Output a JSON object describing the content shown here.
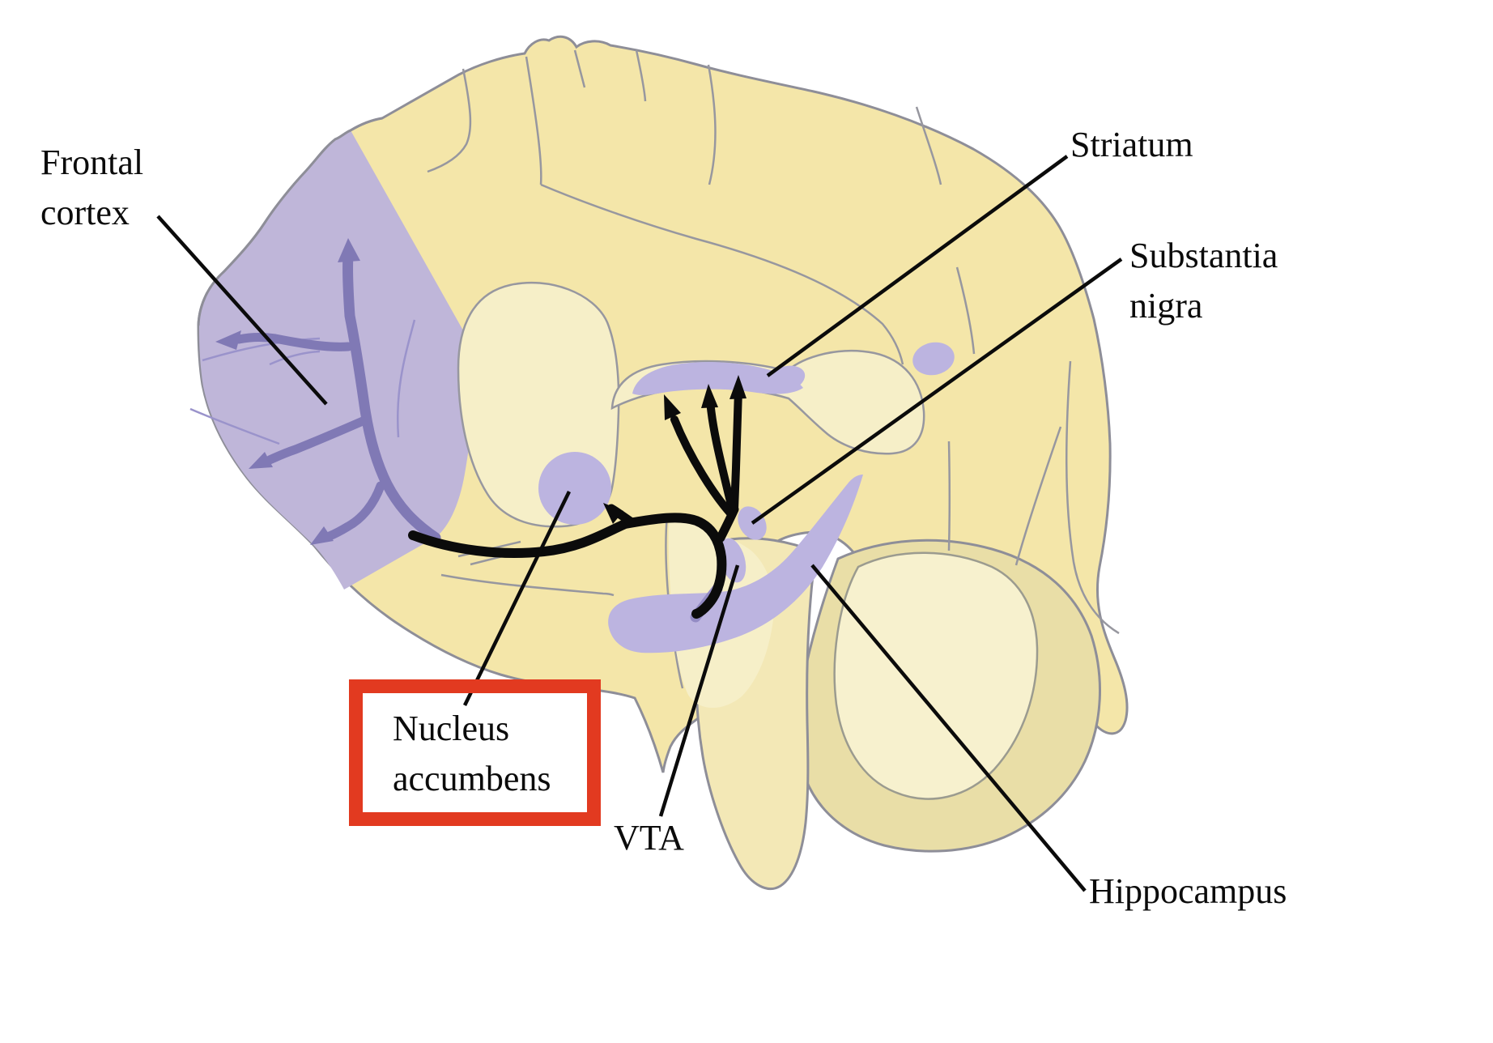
{
  "diagram_type": "brain-sagittal-dopamine-pathways",
  "labels": {
    "frontal_cortex": {
      "line1": "Frontal",
      "line2": "cortex"
    },
    "striatum": {
      "text": "Striatum"
    },
    "substantia_nigra": {
      "line1": "Substantia",
      "line2": "nigra"
    },
    "nucleus_accumbens": {
      "line1": "Nucleus",
      "line2": "accumbens"
    },
    "vta": {
      "text": "VTA"
    },
    "hippocampus": {
      "text": "Hippocampus"
    }
  },
  "highlight": {
    "highlighted_structure": "Nucleus accumbens"
  },
  "colors": {
    "cortex_yellow": "#F4E6A9",
    "inner_cream": "#F6EFC8",
    "frontal_purple": "#BFB6D9",
    "structure_purple": "#BCB4E0",
    "deep_purple_arrow": "#8079B5",
    "rod_purple": "#938BC4",
    "thin_purple": "#9A93CB",
    "outline_gray": "#8E8E98",
    "sulcus_gray": "#97979F",
    "cerebellum_tan": "#E9DEA7",
    "cerebellum_inner": "#F7F1CE",
    "brainstem_yellow": "#F3E8B6",
    "pathway_black": "#0B0B0B",
    "highlight_red": "#E23A20",
    "text_black": "#0B0B0B"
  }
}
